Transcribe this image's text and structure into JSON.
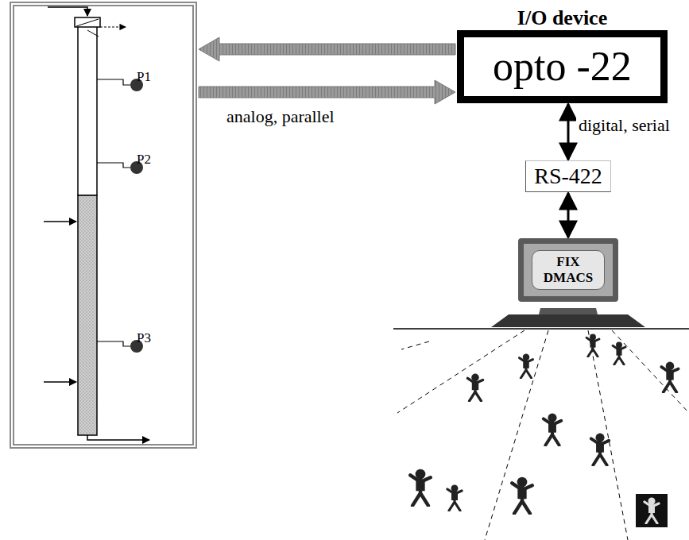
{
  "diagram": {
    "nodes": [
      {
        "text": [
          "P1",
          "P2",
          "P3"
        ]
      },
      {
        "text": [
          "I/O device",
          "opto -22"
        ]
      },
      {
        "text": [
          "RS-422"
        ]
      },
      {
        "text": [
          "FIX DMACS"
        ]
      }
    ],
    "edges": [
      {
        "from": 1,
        "to": 0,
        "arrow": "to"
      },
      {
        "from": 0,
        "to": 1,
        "arrow": "to",
        "label": "analog, parallel"
      },
      {
        "from": 1,
        "to": 2,
        "arrow": "both",
        "label": "digital, serial"
      },
      {
        "from": 2,
        "to": 3,
        "arrow": "both"
      }
    ]
  }
}
